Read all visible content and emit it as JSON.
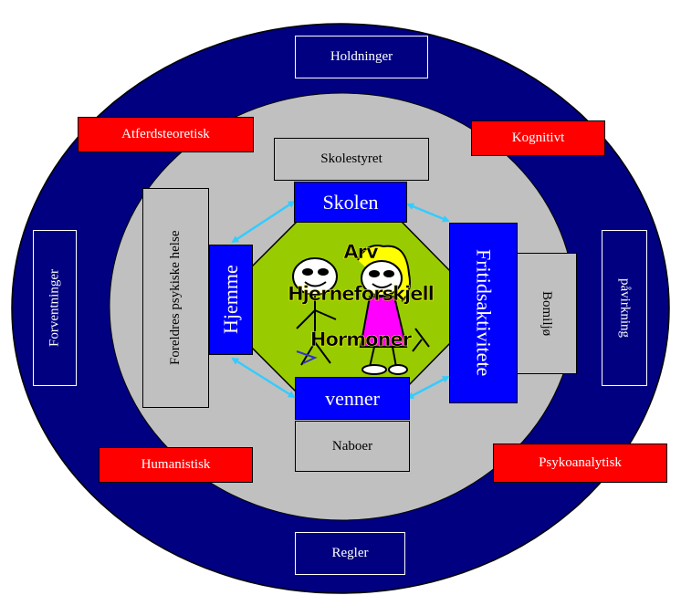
{
  "colors": {
    "outer_ellipse": "#000080",
    "inner_ellipse": "#c0c0c0",
    "center_octagon": "#99cc00",
    "red_box": "#ff0000",
    "blue_box": "#0000ff",
    "arrow": "#33ccff"
  },
  "outer_boxes": {
    "top": "Holdninger",
    "bottom": "Regler",
    "left": "Forventninger",
    "right": "påvirkning"
  },
  "theories": {
    "top_left": "Atferdsteoretisk",
    "top_right": "Kognitivt",
    "bottom_left": "Humanistisk",
    "bottom_right": "Psykoanalytisk"
  },
  "influences": {
    "top": "Skolestyret",
    "left": "Foreldres psykiske helse",
    "right": "Bomiljø",
    "bottom": "Naboer"
  },
  "arenas": {
    "top": "Skolen",
    "left": "Hjemme",
    "right": "Fritidsaktivitete",
    "bottom": "venner"
  },
  "center": {
    "line1": "Arv",
    "line2": "Hjerneforskjell",
    "line3": "Hormoner"
  }
}
